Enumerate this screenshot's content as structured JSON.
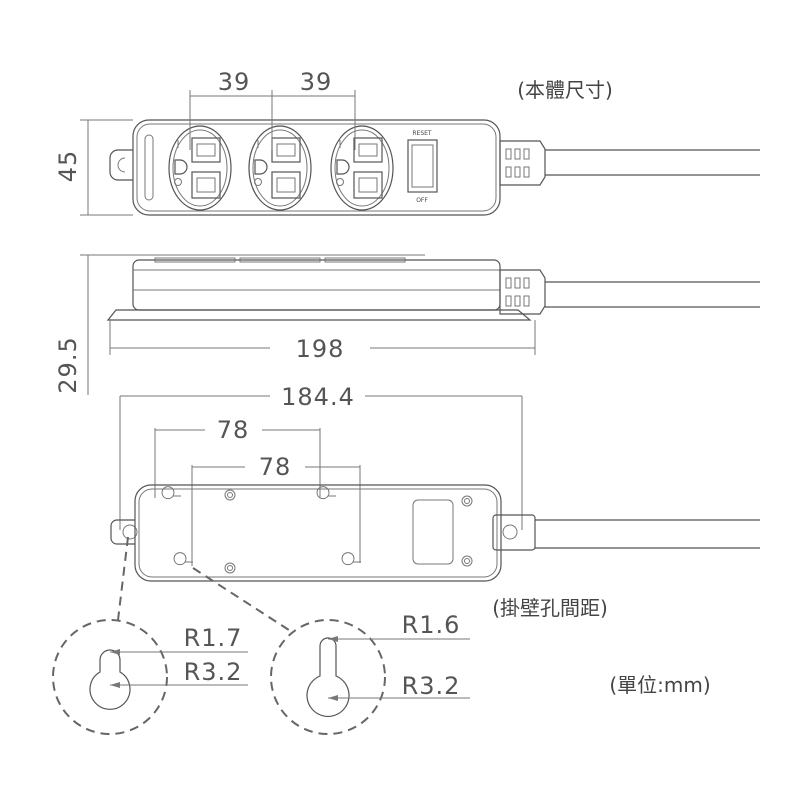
{
  "labels": {
    "body_size": "(本體尺寸)",
    "hole_spacing": "(掛壁孔間距)",
    "unit": "(單位:mm)",
    "reset": "RESET",
    "off": "OFF"
  },
  "dimensions": {
    "outlet_pitch_1": "39",
    "outlet_pitch_2": "39",
    "width": "45",
    "length": "198",
    "height": "29.5",
    "hole_span": "184.4",
    "hole_spacing_top": "78",
    "hole_spacing_bottom": "78",
    "left_small_radius": "R1.7",
    "left_large_radius": "R3.2",
    "right_small_radius": "R1.6",
    "right_large_radius": "R3.2"
  },
  "colors": {
    "line": "#555555",
    "text": "#555555"
  }
}
